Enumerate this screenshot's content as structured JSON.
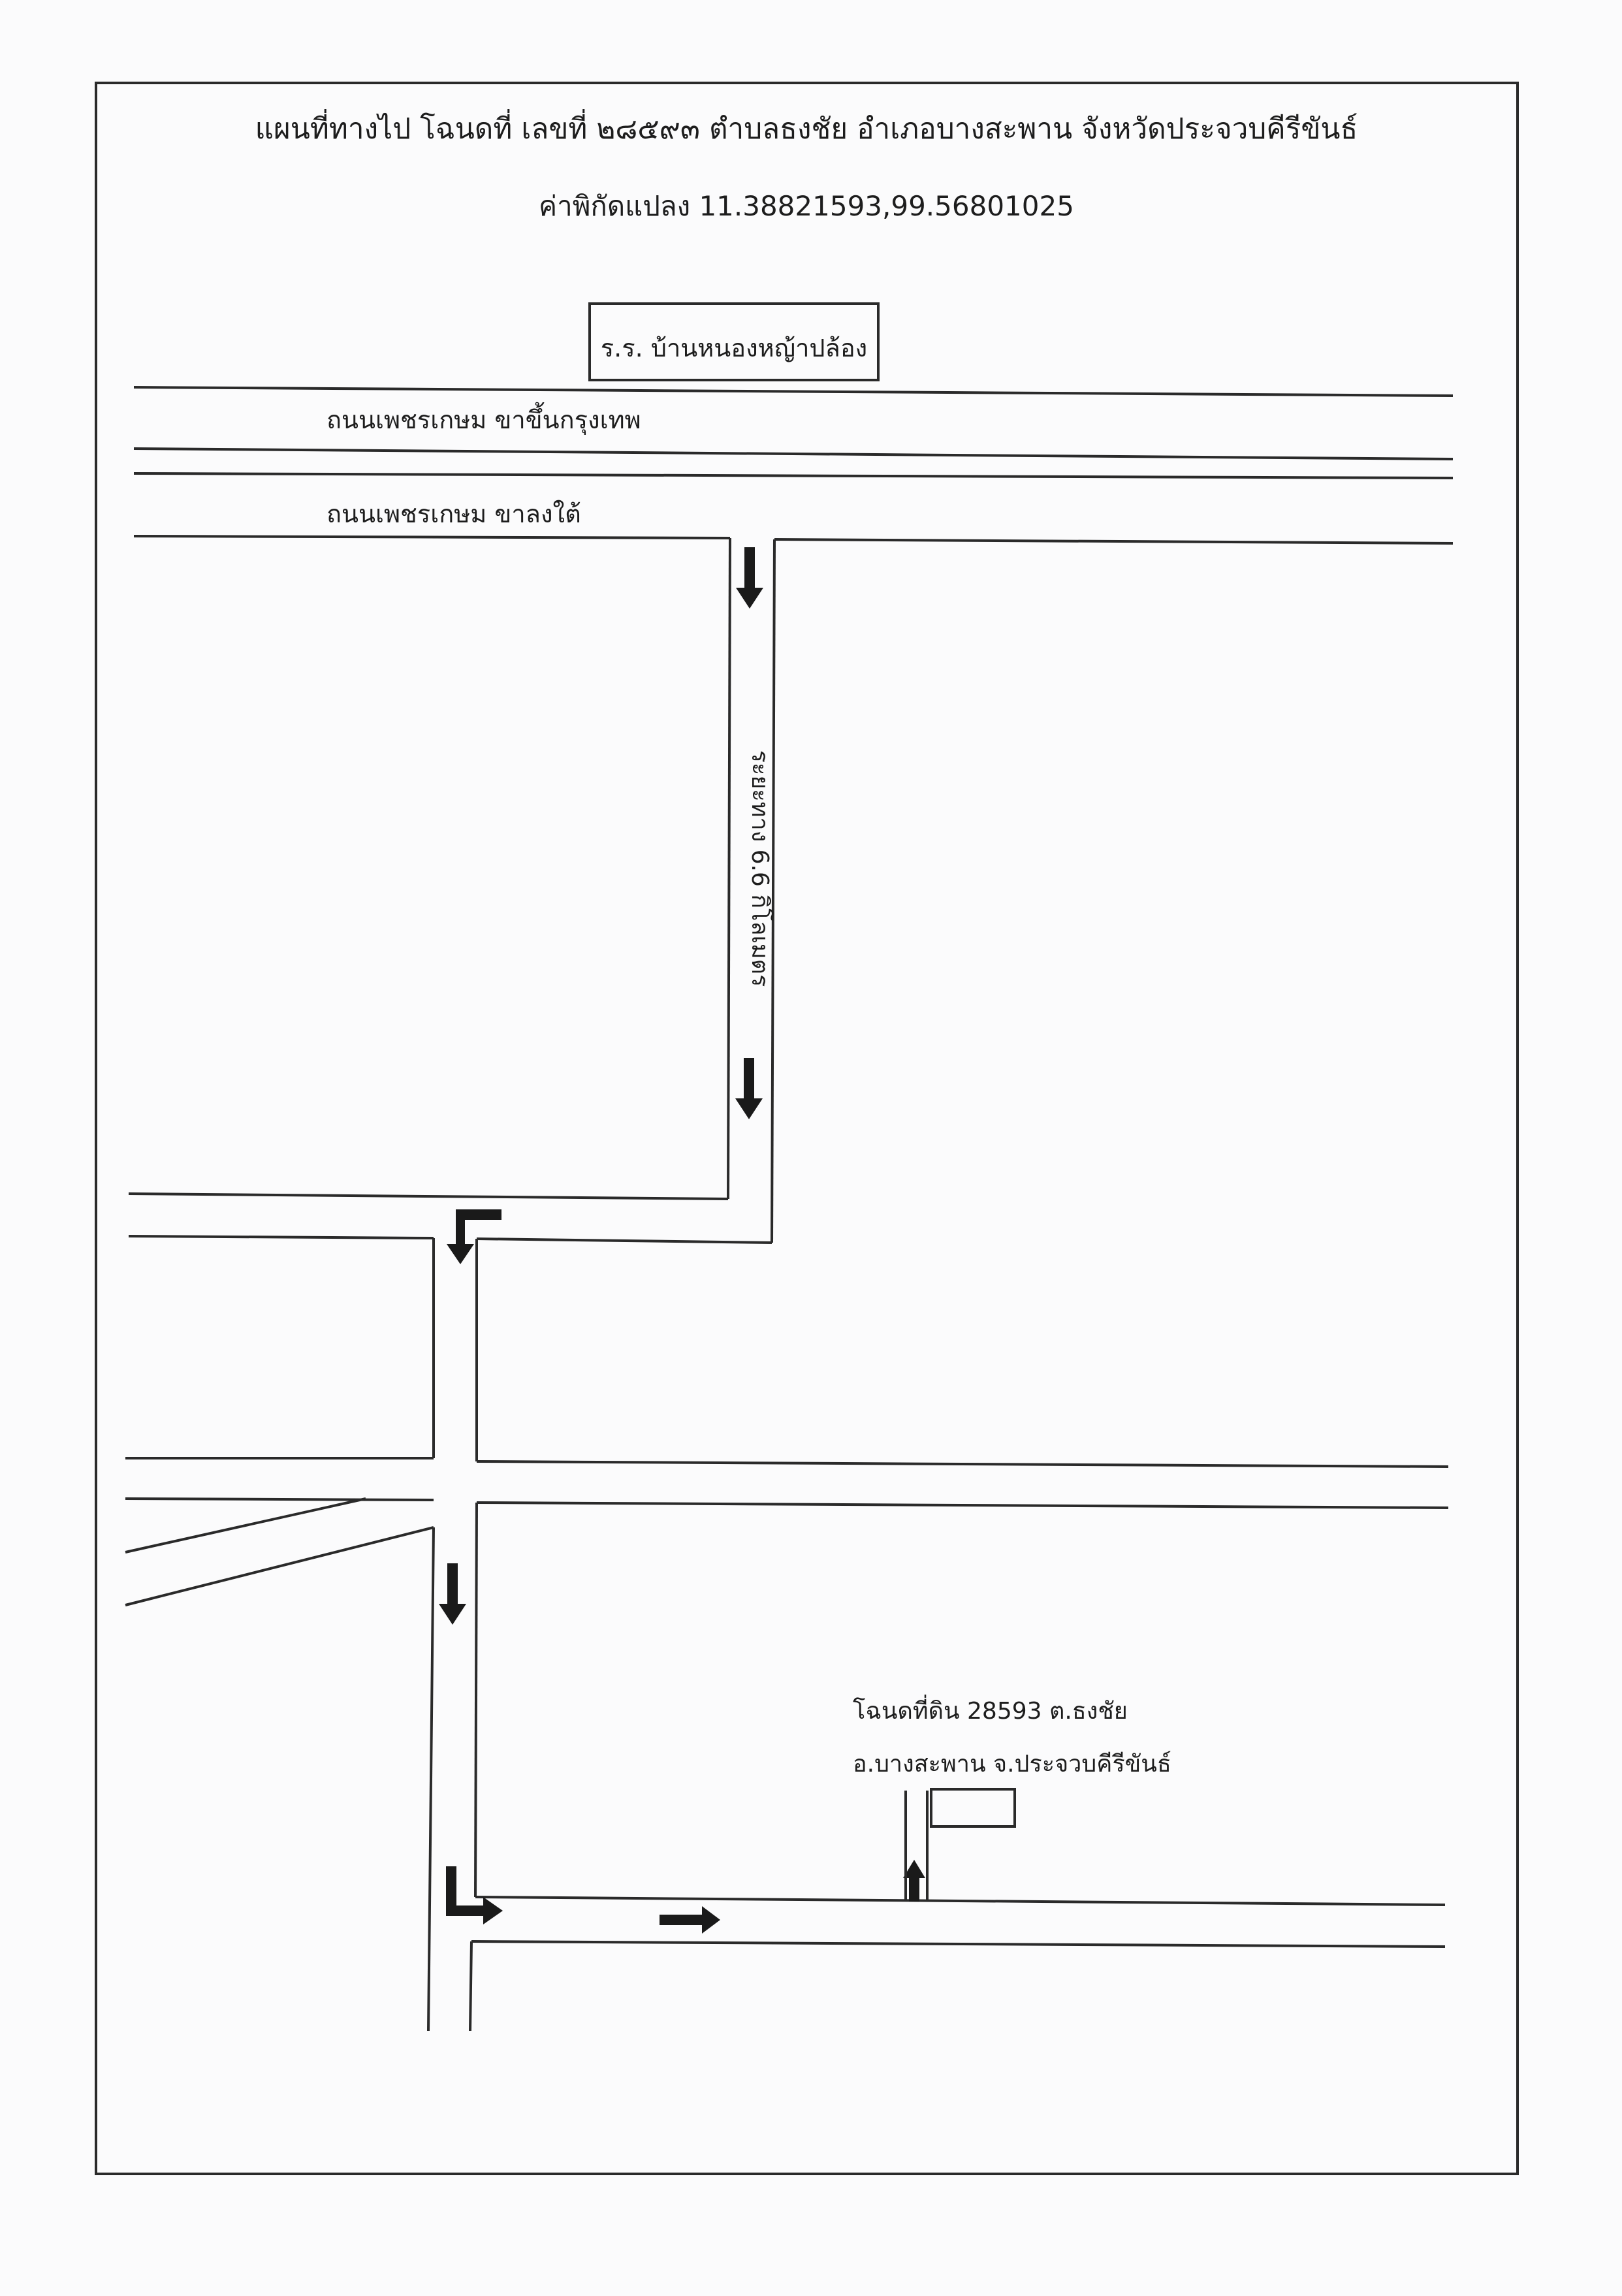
{
  "header": {
    "title": "แผนที่ทางไป โฉนดที่ เลขที่ ๒๘๕๙๓ ตำบลธงชัย อำเภอบางสะพาน จังหวัดประจวบคีรีขันธ์",
    "coordinates": "ค่าพิกัดแปลง 11.38821593,99.56801025"
  },
  "map": {
    "school_label": "ร.ร. บ้านหนองหญ้าปล้อง",
    "road_northbound": "ถนนเพชรเกษม ขาขึ้นกรุงเทพ",
    "road_southbound": "ถนนเพชรเกษม ขาลงใต้",
    "distance_label": "ระยะทาง 6.6 กิโลเมตร",
    "destination_line1": "โฉนดที่ดิน 28593 ต.ธงชัย",
    "destination_line2": "อ.บางสะพาน จ.ประจวบคีรีขันธ์"
  },
  "icons": {
    "arrow": "direction-arrow-icon",
    "marker": "land-plot-marker-icon"
  }
}
